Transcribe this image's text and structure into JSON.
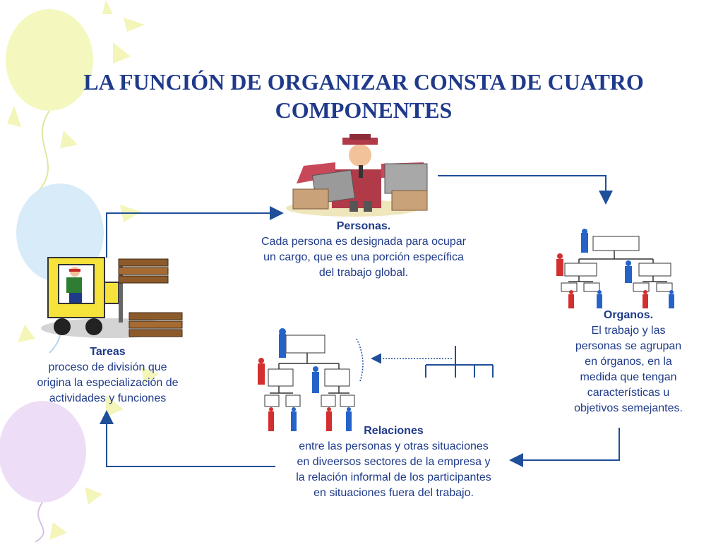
{
  "slide": {
    "title_line1": "LA FUNCIÓN DE ORGANIZAR CONSTA DE CUATRO",
    "title_line2": "COMPONENTES"
  },
  "components": {
    "personas": {
      "heading": "Personas.",
      "line1": "Cada persona es designada para ocupar",
      "line2": "un cargo, que es una porción específica",
      "line3": "del trabajo global."
    },
    "tareas": {
      "heading": "Tareas",
      "line1": "proceso de división que",
      "line2": "origina la especialización de",
      "line3": "actividades y funciones"
    },
    "organos": {
      "heading": "Organos.",
      "line1": "El trabajo y las",
      "line2": "personas se agrupan",
      "line3": "en órganos, en la",
      "line4": "medida que tengan",
      "line5": "características u",
      "line6": "objetivos semejantes."
    },
    "relaciones": {
      "heading": "Relaciones",
      "line1": "entre las personas y otras situaciones",
      "line2": "en diveersos sectores de la empresa y",
      "line3": "la relación informal de los participantes",
      "line4": "en situaciones fuera del trabajo."
    }
  },
  "colors": {
    "text": "#1e3a8a",
    "arrow": "#1f4e9a",
    "balloon_yellow": "#f6f7b4",
    "balloon_blue": "#cfe6f7",
    "balloon_violet": "#ead6f5"
  },
  "icons": [
    "person-with-boxes-icon",
    "forklift-icon",
    "org-chart-icon",
    "org-chart-icon",
    "tree-connector-icon"
  ]
}
